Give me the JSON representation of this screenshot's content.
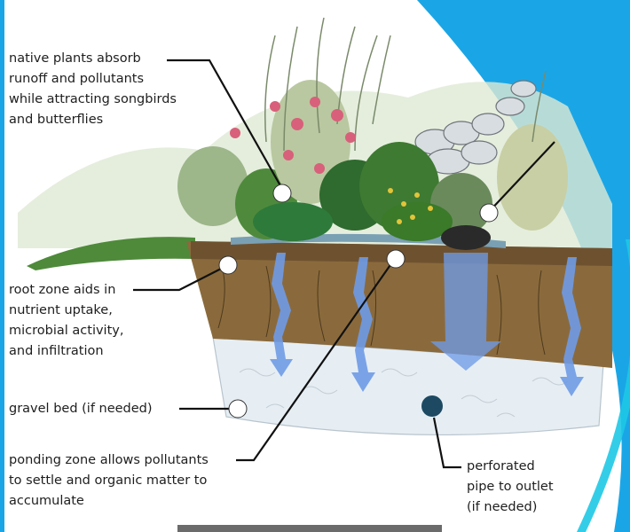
{
  "labels": {
    "native_plants": "native plants absorb\nrunoff and pollutants\nwhile attracting songbirds\nand butterflies",
    "root_zone": "root zone aids in\nnutrient uptake,\nmicrobial activity,\nand infiltration",
    "gravel_bed": "gravel bed (if needed)",
    "ponding_zone": "ponding zone allows pollutants\nto settle and organic matter to\naccumulate",
    "perforated_pipe": "perforated\npipe to outlet\n(if needed)"
  },
  "colors": {
    "frame_blue": "#1aa6e6",
    "accent_cyan": "#1ec8e6",
    "soil": "#8a6a3c",
    "gravel": "#e6eef4",
    "water_arrow": "#6f9be6",
    "pipe": "#1d4a62"
  }
}
